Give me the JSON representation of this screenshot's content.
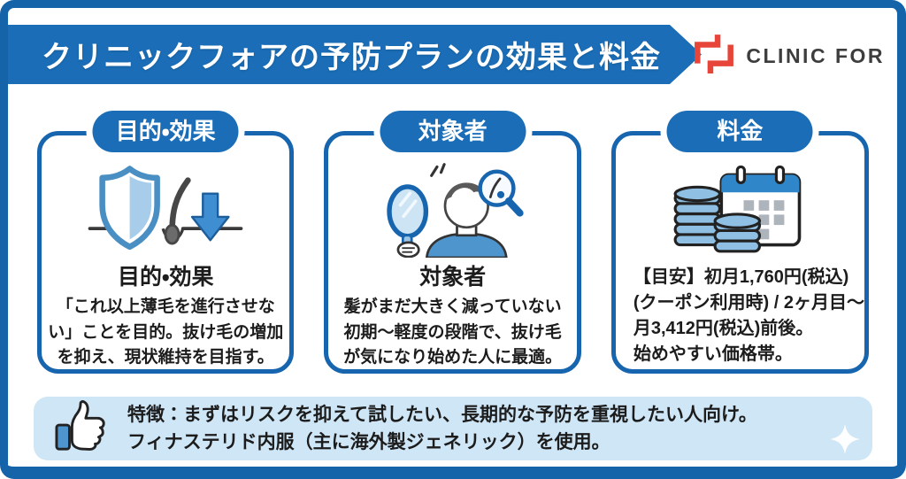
{
  "colors": {
    "primary": "#1a6db6",
    "frame": "#1563a9",
    "card-border": "#1765ae",
    "footer-bg": "#cfe6f6",
    "text": "#1c1c1c",
    "logo-red": "#e8453a",
    "logo-text": "#3d3d3d",
    "icon-blue": "#4e94cd",
    "icon-light-blue": "#8fc0e4"
  },
  "header": {
    "title": "クリニックフォアの予防プランの効果と料金",
    "logo_text": "CLINIC FOR",
    "logo_mark_icon": "clinic-for-cross-icon"
  },
  "cards": [
    {
      "id": "purpose-effect",
      "pill": "目的・効果",
      "icon": "shield-hair-down-arrow-icon",
      "heading": "目的・効果",
      "lines": [
        "「これ以上薄毛を進行させな",
        "い」ことを目的。抜け毛の増加",
        "を抑え、現状維持を目指す。"
      ]
    },
    {
      "id": "target-audience",
      "pill": "対象者",
      "icon": "mirror-person-magnifier-icon",
      "heading": "対象者",
      "lines": [
        "髪がまだ大きく減っていない",
        "初期〜軽度の段階で、抜け毛",
        "が気になり始めた人に最適。"
      ]
    },
    {
      "id": "price",
      "pill": "料金",
      "icon": "coins-calendar-icon",
      "heading": "",
      "lines": [
        "【目安】初月1,760円(税込)",
        "(クーポン利用時) / 2ヶ月目〜",
        "月3,412円(税込)前後。",
        "始めやすい価格帯。"
      ]
    }
  ],
  "footer": {
    "icon": "thumbs-up-icon",
    "lines": [
      "特徴：まずはリスクを抑えて試したい、長期的な予防を重視したい人向け。",
      "フィナステリド内服（主に海外製ジェネリック）を使用。"
    ]
  }
}
